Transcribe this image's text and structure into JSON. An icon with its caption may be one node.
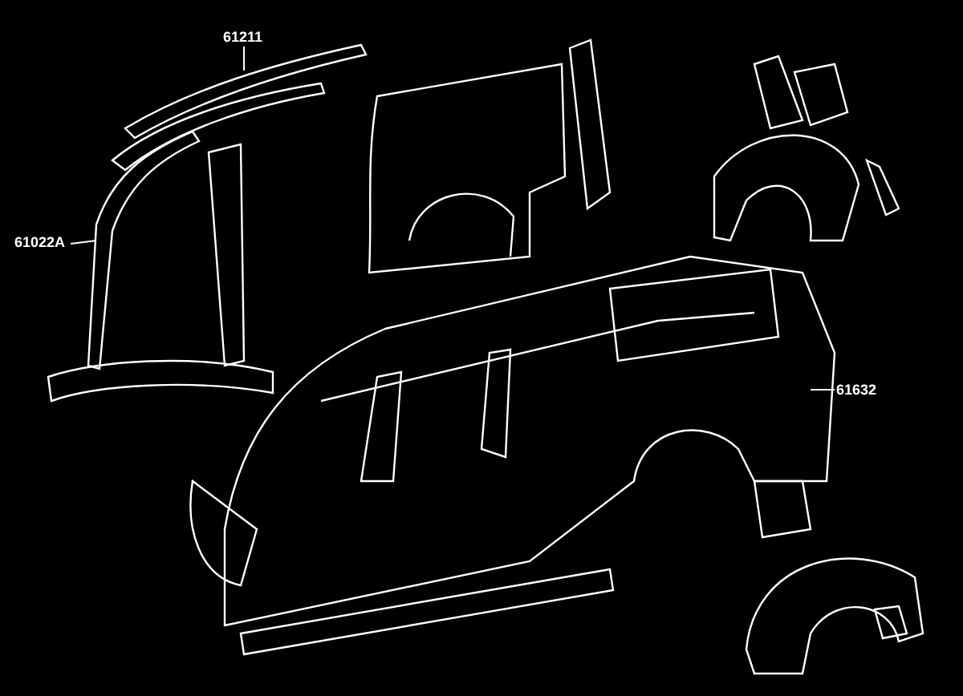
{
  "diagram": {
    "nodes": [
      {
        "text": [
          "61211"
        ]
      },
      {
        "text": [
          "61022A"
        ]
      },
      {
        "text": [
          "61632"
        ]
      }
    ],
    "edges": [
      {
        "from": 0,
        "to": null,
        "arrow": "none"
      },
      {
        "from": 1,
        "to": null,
        "arrow": "none"
      },
      {
        "from": 2,
        "to": null,
        "arrow": "none"
      }
    ]
  }
}
